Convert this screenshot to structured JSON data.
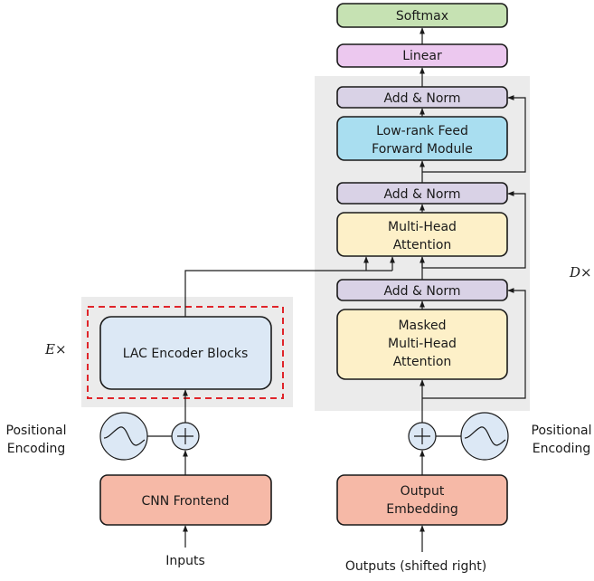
{
  "decoder": {
    "softmax": "Softmax",
    "linear": "Linear",
    "add_norm_top": "Add & Norm",
    "low_rank_ff_line1": "Low-rank Feed",
    "low_rank_ff_line2": "Forward Module",
    "add_norm_mid": "Add & Norm",
    "mha_line1": "Multi-Head",
    "mha_line2": "Attention",
    "add_norm_low": "Add & Norm",
    "masked_line1": "Masked",
    "masked_line2": "Multi-Head",
    "masked_line3": "Attention",
    "repeat_label": "D×",
    "output_embedding_line1": "Output",
    "output_embedding_line2": "Embedding",
    "pos_enc_line1": "Positional",
    "pos_enc_line2": "Encoding",
    "input_label": "Outputs (shifted right)"
  },
  "encoder": {
    "lac_blocks": "LAC Encoder Blocks",
    "repeat_label": "E×",
    "cnn_frontend": "CNN Frontend",
    "pos_enc_line1": "Positional",
    "pos_enc_line2": "Encoding",
    "input_label": "Inputs"
  },
  "colors": {
    "softmax": "#c6e2b3",
    "linear": "#ecc8ef",
    "add_norm": "#d9d2e6",
    "feed_forward": "#a9def0",
    "attention": "#fdf0c8",
    "embedding": "#f6b9a7",
    "lac_encoder": "#dce8f5",
    "panel": "#ebebeb",
    "dashed_border": "#e0252a"
  }
}
